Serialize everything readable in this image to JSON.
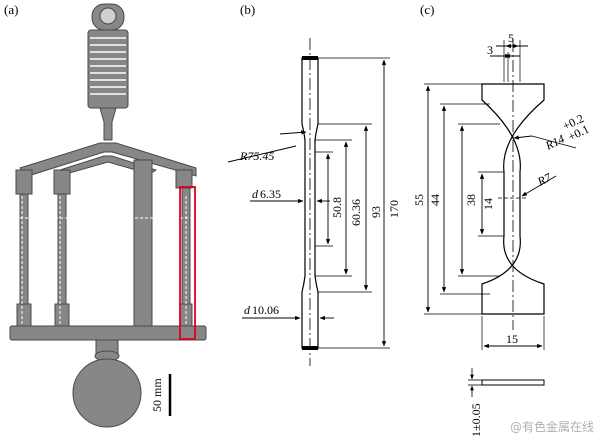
{
  "figure": {
    "panels": {
      "a": {
        "label": "(a)",
        "scale_bar": "50 mm"
      },
      "b": {
        "label": "(b)",
        "radius": "R75.45",
        "gauge_diameter": "6.35",
        "grip_diameter": "10.06",
        "diameter_symbol": "d",
        "parallel_length": "50.8",
        "reduced_length": "60.36",
        "grip_distance": "93",
        "total_length": "170"
      },
      "c": {
        "label": "(c)",
        "width_top": "5",
        "thickness_top": "3",
        "fillet_radius_a": "R14",
        "fillet_radius_a_tol_plus": "+0.2",
        "fillet_radius_a_tol_minus": "+0.1",
        "fillet_radius_b": "R7",
        "total_length": "55",
        "length_44": "44",
        "length_38": "38",
        "length_14": "14",
        "total_width": "15",
        "thickness": "1±0.05"
      }
    },
    "watermark": "@有色金属在线"
  },
  "colors": {
    "casting_fill": "#878787",
    "casting_stroke": "#4a4a4a",
    "highlight_box": "#e0001b",
    "line": "#000000"
  }
}
